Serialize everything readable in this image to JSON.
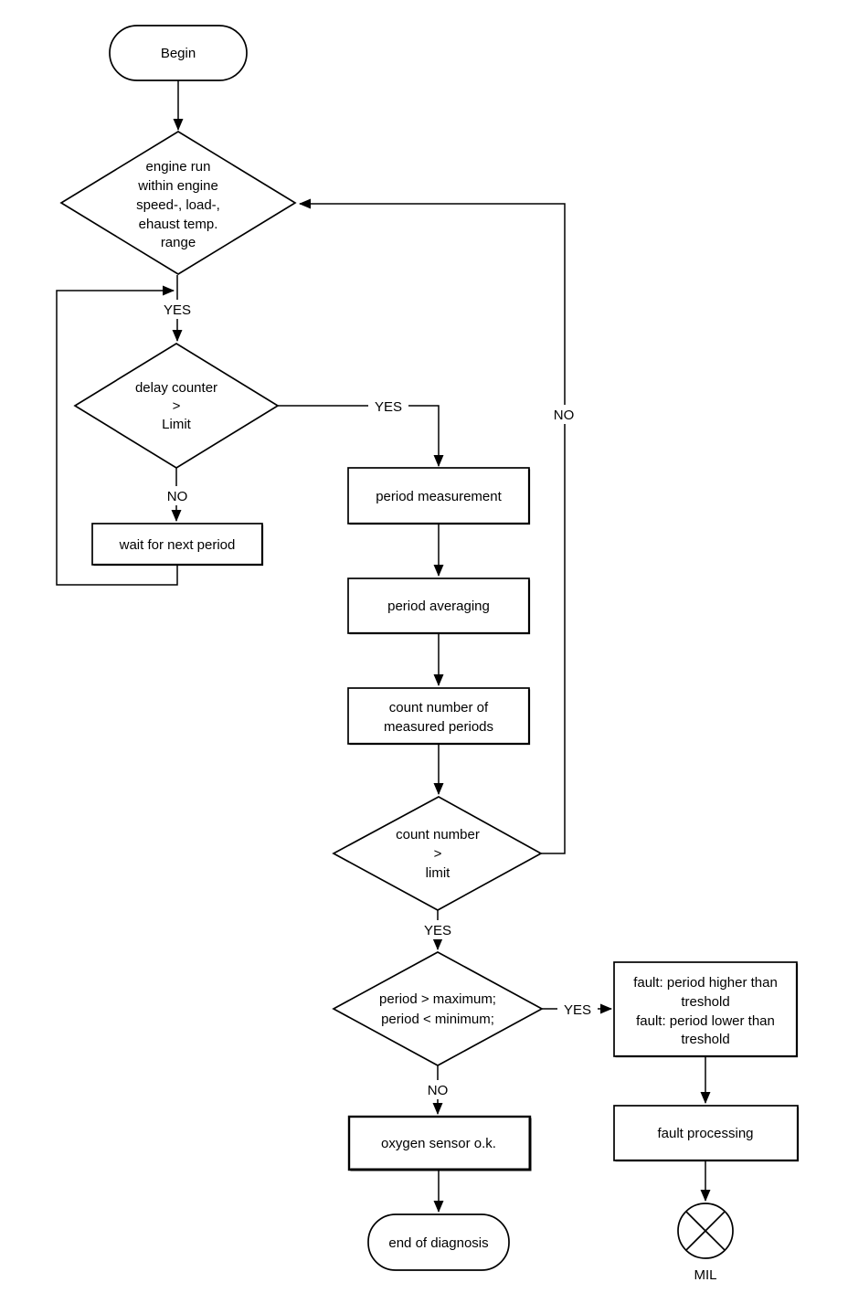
{
  "diagram": {
    "colors": {
      "stroke": "#000000",
      "background": "#ffffff"
    },
    "nodes": {
      "begin": {
        "label": "Begin"
      },
      "engine_check": {
        "lines": [
          "engine run",
          "within engine",
          "speed-, load-,",
          "ehaust temp.",
          "range"
        ]
      },
      "delay_check": {
        "lines": [
          "delay counter",
          ">",
          "Limit"
        ]
      },
      "wait": {
        "label": "wait for next period"
      },
      "period_measurement": {
        "label": "period measurement"
      },
      "period_averaging": {
        "label": "period averaging"
      },
      "count_box": {
        "lines": [
          "count number of",
          "measured periods"
        ]
      },
      "count_check": {
        "lines": [
          "count number",
          ">",
          "limit"
        ]
      },
      "period_check": {
        "lines": [
          "period > maximum;",
          "period < minimum;"
        ]
      },
      "fault_box": {
        "lines": [
          "fault: period higher than",
          "treshold",
          "fault: period lower than",
          "treshold"
        ]
      },
      "fault_processing": {
        "label": "fault processing"
      },
      "oxygen_ok": {
        "label": "oxygen sensor o.k."
      },
      "end": {
        "label": "end of diagnosis"
      },
      "mil": {
        "label": "MIL"
      }
    },
    "edge_labels": {
      "engine_yes": "YES",
      "delay_yes": "YES",
      "delay_no": "NO",
      "engine_no": "NO",
      "count_yes": "YES",
      "period_yes": "YES",
      "period_no": "NO"
    }
  }
}
